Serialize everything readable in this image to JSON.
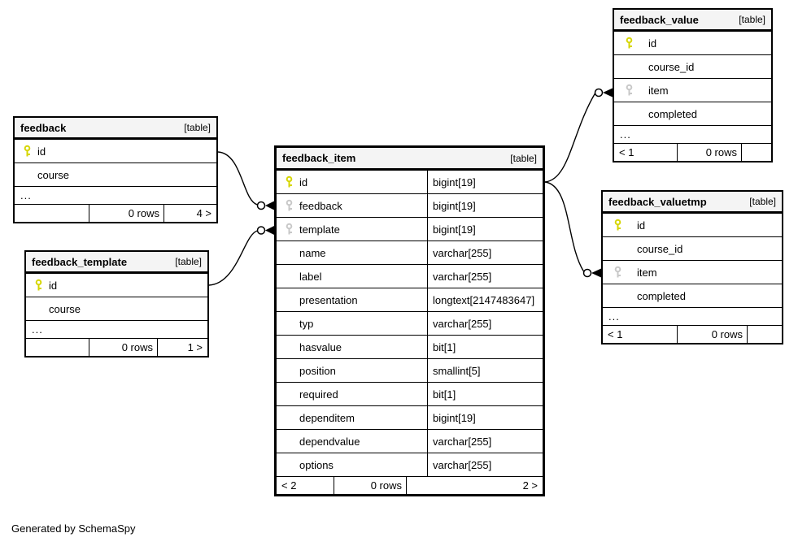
{
  "footer_note": "Generated by SchemaSpy",
  "colors": {
    "pk_key": "#d6d600",
    "fk_key": "#c8c8c8",
    "header_bg": "#f4f4f4",
    "wire": "#000000"
  },
  "relationships": [
    {
      "from": "feedback.id",
      "to": "feedback_item.feedback"
    },
    {
      "from": "feedback_template.id",
      "to": "feedback_item.template"
    },
    {
      "from": "feedback_item.id",
      "to": "feedback_value.item"
    },
    {
      "from": "feedback_item.id",
      "to": "feedback_valuetmp.item"
    }
  ],
  "tables": {
    "feedback": {
      "title": "feedback",
      "tag": "[table]",
      "rows": [
        {
          "name": "id",
          "key": "pk"
        },
        {
          "name": "course",
          "key": ""
        }
      ],
      "ellipsis": "...",
      "footer": {
        "left": "",
        "rows": "0 rows",
        "right": "4 >"
      }
    },
    "feedback_template": {
      "title": "feedback_template",
      "tag": "[table]",
      "rows": [
        {
          "name": "id",
          "key": "pk"
        },
        {
          "name": "course",
          "key": ""
        }
      ],
      "ellipsis": "...",
      "footer": {
        "left": "",
        "rows": "0 rows",
        "right": "1 >"
      }
    },
    "feedback_item": {
      "title": "feedback_item",
      "tag": "[table]",
      "rows": [
        {
          "name": "id",
          "type": "bigint[19]",
          "key": "pk"
        },
        {
          "name": "feedback",
          "type": "bigint[19]",
          "key": "fk"
        },
        {
          "name": "template",
          "type": "bigint[19]",
          "key": "fk"
        },
        {
          "name": "name",
          "type": "varchar[255]",
          "key": ""
        },
        {
          "name": "label",
          "type": "varchar[255]",
          "key": ""
        },
        {
          "name": "presentation",
          "type": "longtext[2147483647]",
          "key": ""
        },
        {
          "name": "typ",
          "type": "varchar[255]",
          "key": ""
        },
        {
          "name": "hasvalue",
          "type": "bit[1]",
          "key": ""
        },
        {
          "name": "position",
          "type": "smallint[5]",
          "key": ""
        },
        {
          "name": "required",
          "type": "bit[1]",
          "key": ""
        },
        {
          "name": "dependitem",
          "type": "bigint[19]",
          "key": ""
        },
        {
          "name": "dependvalue",
          "type": "varchar[255]",
          "key": ""
        },
        {
          "name": "options",
          "type": "varchar[255]",
          "key": ""
        }
      ],
      "footer": {
        "left": "< 2",
        "rows": "0 rows",
        "right": "2 >"
      }
    },
    "feedback_value": {
      "title": "feedback_value",
      "tag": "[table]",
      "rows": [
        {
          "name": "id",
          "key": "pk"
        },
        {
          "name": "course_id",
          "key": ""
        },
        {
          "name": "item",
          "key": "fk"
        },
        {
          "name": "completed",
          "key": ""
        }
      ],
      "ellipsis": "...",
      "footer": {
        "left": "< 1",
        "rows": "0 rows",
        "right": ""
      }
    },
    "feedback_valuetmp": {
      "title": "feedback_valuetmp",
      "tag": "[table]",
      "rows": [
        {
          "name": "id",
          "key": "pk"
        },
        {
          "name": "course_id",
          "key": ""
        },
        {
          "name": "item",
          "key": "fk"
        },
        {
          "name": "completed",
          "key": ""
        }
      ],
      "ellipsis": "...",
      "footer": {
        "left": "< 1",
        "rows": "0 rows",
        "right": ""
      }
    }
  }
}
